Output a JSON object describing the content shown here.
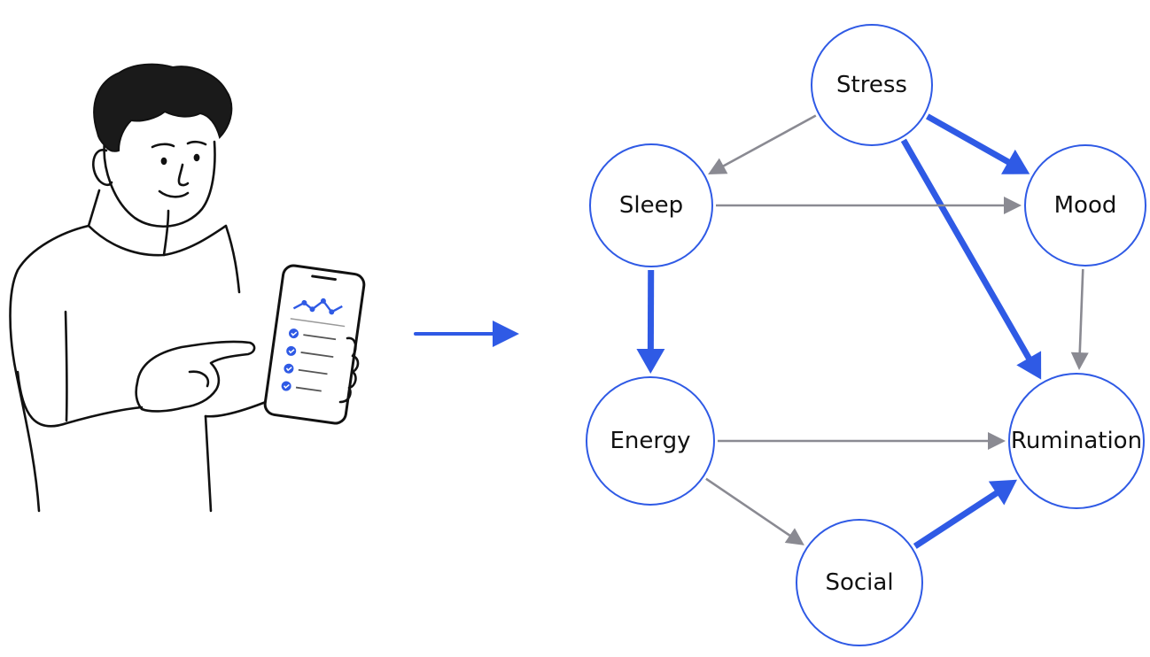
{
  "colors": {
    "accent": "#2f5ae5",
    "weak_edge": "#8a8a92",
    "ink": "#111111",
    "background": "#ffffff"
  },
  "illustration": {
    "subject": "person using smartphone",
    "phone_screen": {
      "chart_icon": "line-chart-icon",
      "checklist_items": 4,
      "check_icon": "check-circle-icon"
    }
  },
  "flow_arrow": {
    "icon": "arrow-right-icon"
  },
  "network": {
    "nodes": [
      {
        "id": "stress",
        "label": "Stress"
      },
      {
        "id": "sleep",
        "label": "Sleep"
      },
      {
        "id": "mood",
        "label": "Mood"
      },
      {
        "id": "energy",
        "label": "Energy"
      },
      {
        "id": "rumination",
        "label": "Rumination"
      },
      {
        "id": "social",
        "label": "Social"
      }
    ],
    "edges": [
      {
        "from": "stress",
        "to": "sleep",
        "strength": "weak"
      },
      {
        "from": "stress",
        "to": "mood",
        "strength": "strong"
      },
      {
        "from": "stress",
        "to": "rumination",
        "strength": "strong"
      },
      {
        "from": "sleep",
        "to": "mood",
        "strength": "weak"
      },
      {
        "from": "sleep",
        "to": "energy",
        "strength": "strong"
      },
      {
        "from": "mood",
        "to": "rumination",
        "strength": "weak"
      },
      {
        "from": "energy",
        "to": "rumination",
        "strength": "weak"
      },
      {
        "from": "energy",
        "to": "social",
        "strength": "weak"
      },
      {
        "from": "social",
        "to": "rumination",
        "strength": "strong"
      }
    ]
  }
}
